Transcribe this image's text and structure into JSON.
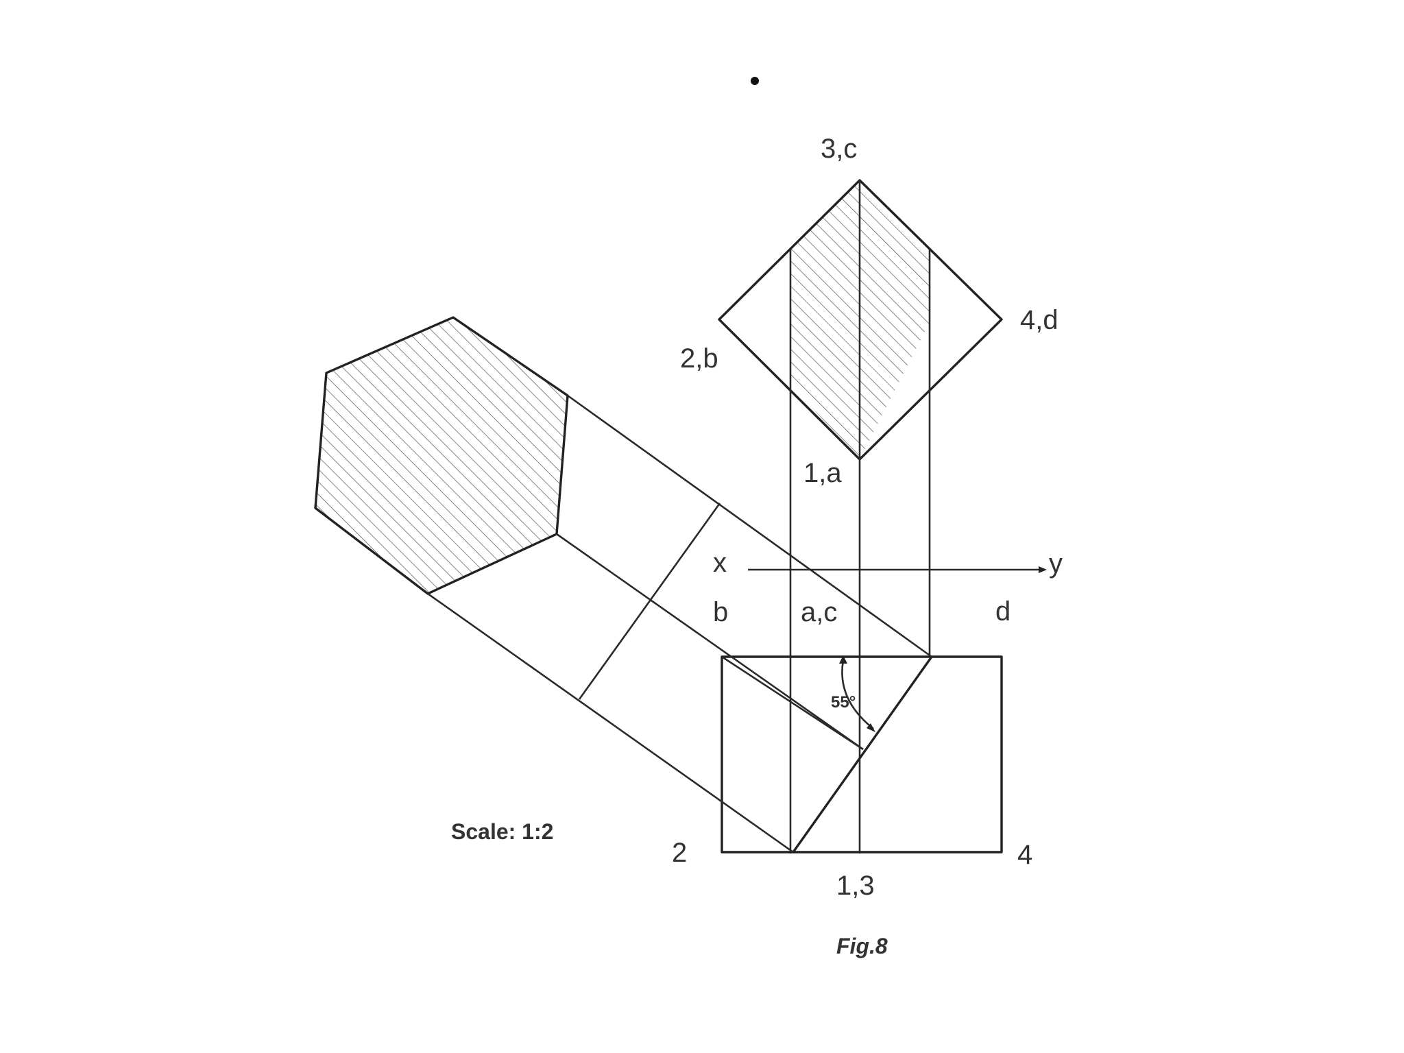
{
  "figure": {
    "caption": "Fig.8",
    "scale": "Scale: 1:2",
    "angle": "55°",
    "top_dot": "•"
  },
  "labels": {
    "p3c": "3,c",
    "p4d": "4,d",
    "p2b": "2,b",
    "p1a": "1,a",
    "x": "x",
    "y": "y",
    "b": "b",
    "ac": "a,c",
    "d": "d",
    "n2": "2",
    "n4": "4",
    "n13": "1,3"
  }
}
